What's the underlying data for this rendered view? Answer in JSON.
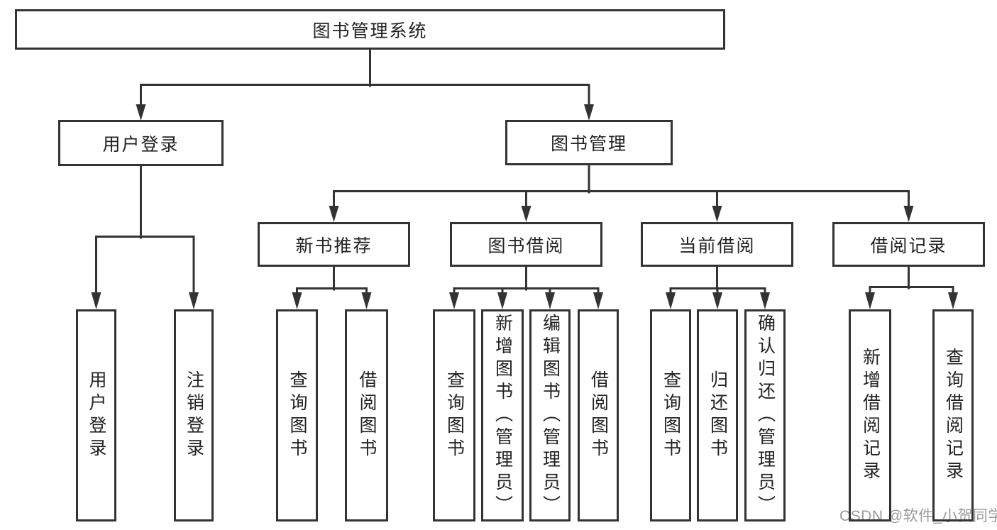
{
  "diagram": {
    "type": "hierarchy-tree",
    "root": {
      "label": "图书管理系统"
    },
    "level2": {
      "user_login": {
        "label": "用户登录"
      },
      "book_mgmt": {
        "label": "图书管理"
      }
    },
    "level3": {
      "new_book_rec": {
        "label": "新书推荐",
        "parent": "图书管理"
      },
      "book_borrow": {
        "label": "图书借阅",
        "parent": "图书管理"
      },
      "current_borrow": {
        "label": "当前借阅",
        "parent": "图书管理"
      },
      "borrow_records": {
        "label": "借阅记录",
        "parent": "图书管理"
      }
    },
    "leaves": {
      "user_login": {
        "login": "用户登录",
        "logout": "注销登录"
      },
      "new_book_rec": {
        "query": "查询图书",
        "borrow": "借阅图书"
      },
      "book_borrow": {
        "query": "查询图书",
        "add": "新增图书（管理员）",
        "edit": "编辑图书（管理员）",
        "borrow": "借阅图书"
      },
      "current_borrow": {
        "query": "查询图书",
        "return": "归还图书",
        "confirm": "确认归还（管理员）"
      },
      "borrow_records": {
        "add": "新增借阅记录",
        "query": "查询借阅记录"
      }
    }
  },
  "watermark": {
    "text": "CSDN @软件_小贺同学"
  },
  "colors": {
    "line": "#333333",
    "text": "#222222",
    "box_bg": "#ffffff",
    "watermark": "#9b9b9b",
    "page_bg": "#ffffff"
  }
}
